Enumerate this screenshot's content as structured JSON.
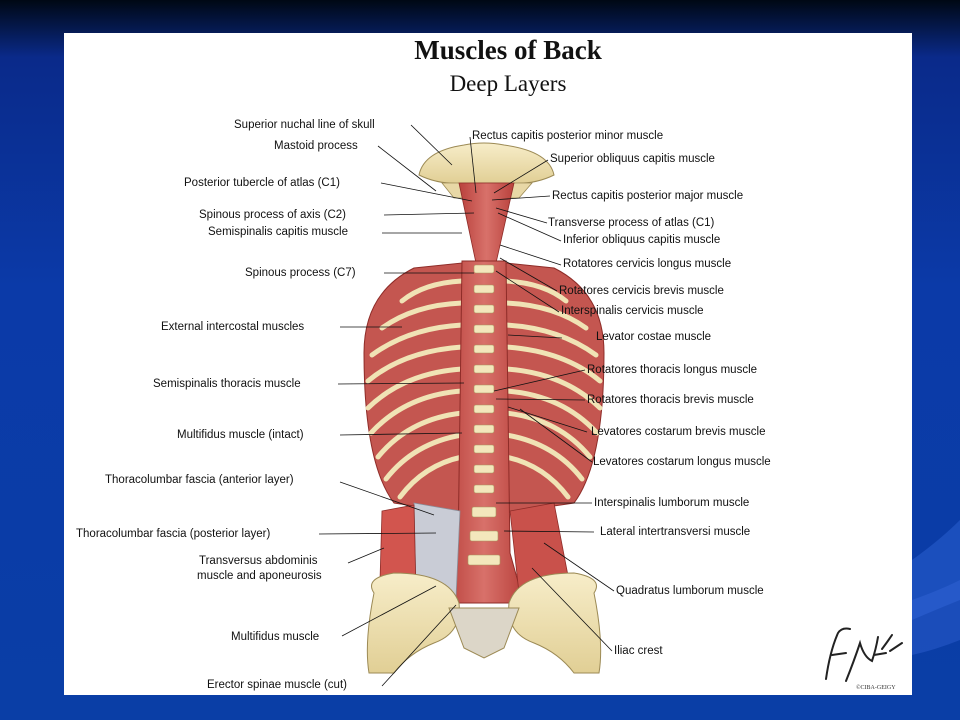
{
  "slide": {
    "title": "Muscles of Back",
    "subtitle": "Deep Layers"
  },
  "labels_left": [
    {
      "id": "superior-nuchal-line",
      "text": "Superior nuchal line of skull"
    },
    {
      "id": "mastoid-process",
      "text": "Mastoid process"
    },
    {
      "id": "posterior-tubercle-atlas",
      "text": "Posterior tubercle of atlas (C1)"
    },
    {
      "id": "spinous-process-axis",
      "text": "Spinous process of axis (C2)"
    },
    {
      "id": "semispinalis-capitis",
      "text": "Semispinalis capitis muscle"
    },
    {
      "id": "spinous-process-c7",
      "text": "Spinous process (C7)"
    },
    {
      "id": "external-intercostal",
      "text": "External intercostal muscles"
    },
    {
      "id": "semispinalis-thoracis",
      "text": "Semispinalis thoracis muscle"
    },
    {
      "id": "multifidus-intact",
      "text": "Multifidus muscle (intact)"
    },
    {
      "id": "thoracolumbar-anterior",
      "text": "Thoracolumbar fascia (anterior layer)"
    },
    {
      "id": "thoracolumbar-posterior",
      "text": "Thoracolumbar fascia (posterior layer)"
    },
    {
      "id": "transversus-abdominis-1",
      "text": "Transversus abdominis"
    },
    {
      "id": "transversus-abdominis-2",
      "text": "muscle and aponeurosis"
    },
    {
      "id": "multifidus",
      "text": "Multifidus muscle"
    },
    {
      "id": "erector-spinae",
      "text": "Erector spinae muscle (cut)"
    }
  ],
  "labels_right": [
    {
      "id": "rectus-capitis-minor",
      "text": "Rectus capitis posterior minor muscle"
    },
    {
      "id": "superior-obliquus",
      "text": "Superior obliquus capitis muscle"
    },
    {
      "id": "rectus-capitis-major",
      "text": "Rectus capitis posterior major muscle"
    },
    {
      "id": "transverse-process-atlas",
      "text": "Transverse process of atlas (C1)"
    },
    {
      "id": "inferior-obliquus",
      "text": "Inferior obliquus capitis muscle"
    },
    {
      "id": "rotatores-cervicis-longus",
      "text": "Rotatores cervicis longus muscle"
    },
    {
      "id": "rotatores-cervicis-brevis",
      "text": "Rotatores cervicis brevis muscle"
    },
    {
      "id": "interspinalis-cervicis",
      "text": "Interspinalis cervicis muscle"
    },
    {
      "id": "levator-costae",
      "text": "Levator costae muscle"
    },
    {
      "id": "rotatores-thoracis-longus",
      "text": "Rotatores thoracis longus muscle"
    },
    {
      "id": "rotatores-thoracis-brevis",
      "text": "Rotatores thoracis brevis muscle"
    },
    {
      "id": "levatores-costarum-brevis",
      "text": "Levatores costarum brevis muscle"
    },
    {
      "id": "levatores-costarum-longus",
      "text": "Levatores costarum longus muscle"
    },
    {
      "id": "interspinalis-lumborum",
      "text": "Interspinalis lumborum muscle"
    },
    {
      "id": "lateral-intertransversi",
      "text": "Lateral intertransversi muscle"
    },
    {
      "id": "quadratus-lumborum",
      "text": "Quadratus lumborum muscle"
    },
    {
      "id": "iliac-crest",
      "text": "Iliac crest"
    }
  ],
  "signature": {
    "text": "F. Netter M.D.",
    "copyright": "©CIBA-GEIGY"
  },
  "colors": {
    "background": "#0b3aa8",
    "muscle": "#c8504a",
    "bone": "#f1e4b8"
  }
}
